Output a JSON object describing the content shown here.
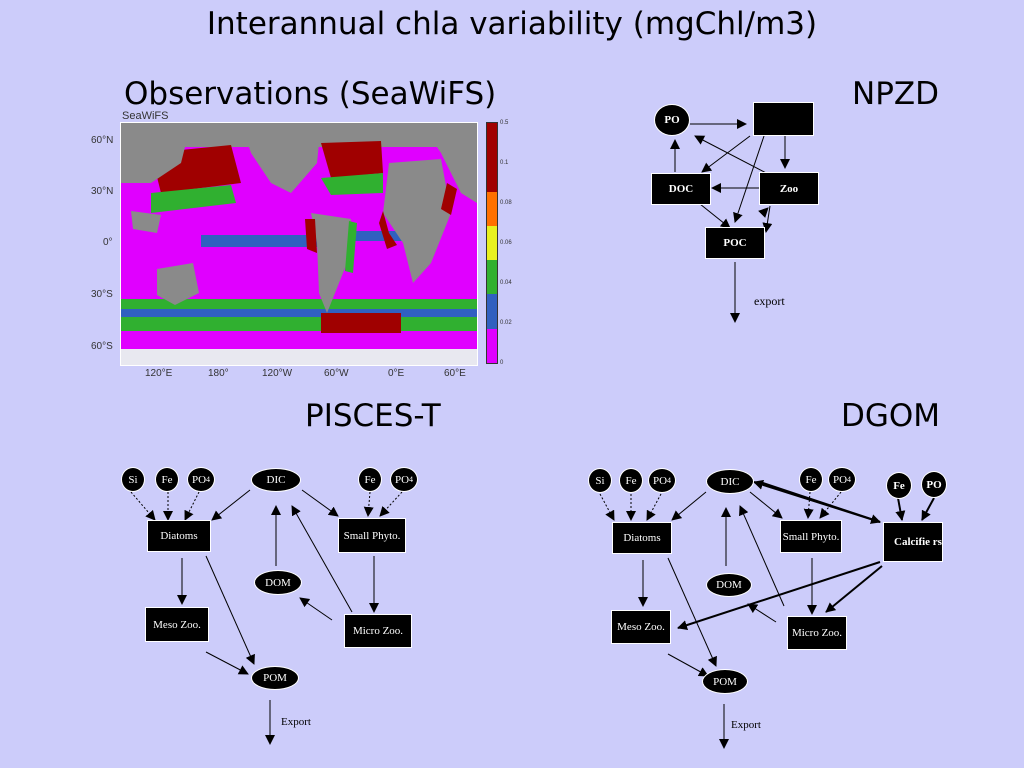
{
  "title": "Interannual chla variability (mgChl/m3)",
  "panels": {
    "obs": "Observations (SeaWiFS)",
    "npzd": "NPZD",
    "pisces": "PISCES-T",
    "dgom": "DGOM"
  },
  "map": {
    "source_label": "SeaWiFS",
    "lat_ticks": [
      "60°N",
      "30°N",
      "0°",
      "30°S",
      "60°S"
    ],
    "lon_ticks": [
      "120°E",
      "180°",
      "120°W",
      "60°W",
      "0°E",
      "60°E"
    ],
    "colorbar_ticks": [
      "0.5",
      "0.1",
      "0.08",
      "0.06",
      "0.04",
      "0.02",
      "0"
    ],
    "colorbar_colors": [
      "#a00000",
      "#ff7000",
      "#e8f020",
      "#30b030",
      "#3060c0",
      "#e000ff"
    ],
    "colors": {
      "ocean_low": "#e000ff",
      "land": "#8a8a8a"
    }
  },
  "npzd": {
    "po": "PO",
    "phyto": "",
    "doc": "DOC",
    "zoo": "Zoo",
    "poc": "POC",
    "export": "export"
  },
  "pisces": {
    "si": "Si",
    "fe": "Fe",
    "po4": "PO",
    "po4_sub": "4",
    "dic": "DIC",
    "fe2": "Fe",
    "po4b": "PO",
    "po4b_sub": "4",
    "diatoms": "Diatoms",
    "small_phyto": "Small Phyto.",
    "dom": "DOM",
    "meso": "Meso Zoo.",
    "micro": "Micro Zoo.",
    "pom": "POM",
    "export": "Export"
  },
  "dgom": {
    "si": "Si",
    "fe": "Fe",
    "po4": "PO",
    "po4_sub": "4",
    "dic": "DIC",
    "fe2": "Fe",
    "po4b": "PO",
    "po4b_sub": "4",
    "fe3": "Fe",
    "po3": "PO",
    "calcifiers": "Calcifie rs",
    "diatoms": "Diatoms",
    "small_phyto": "Small Phyto.",
    "dom": "DOM",
    "meso": "Meso Zoo.",
    "micro": "Micro Zoo.",
    "pom": "POM",
    "export": "Export"
  }
}
